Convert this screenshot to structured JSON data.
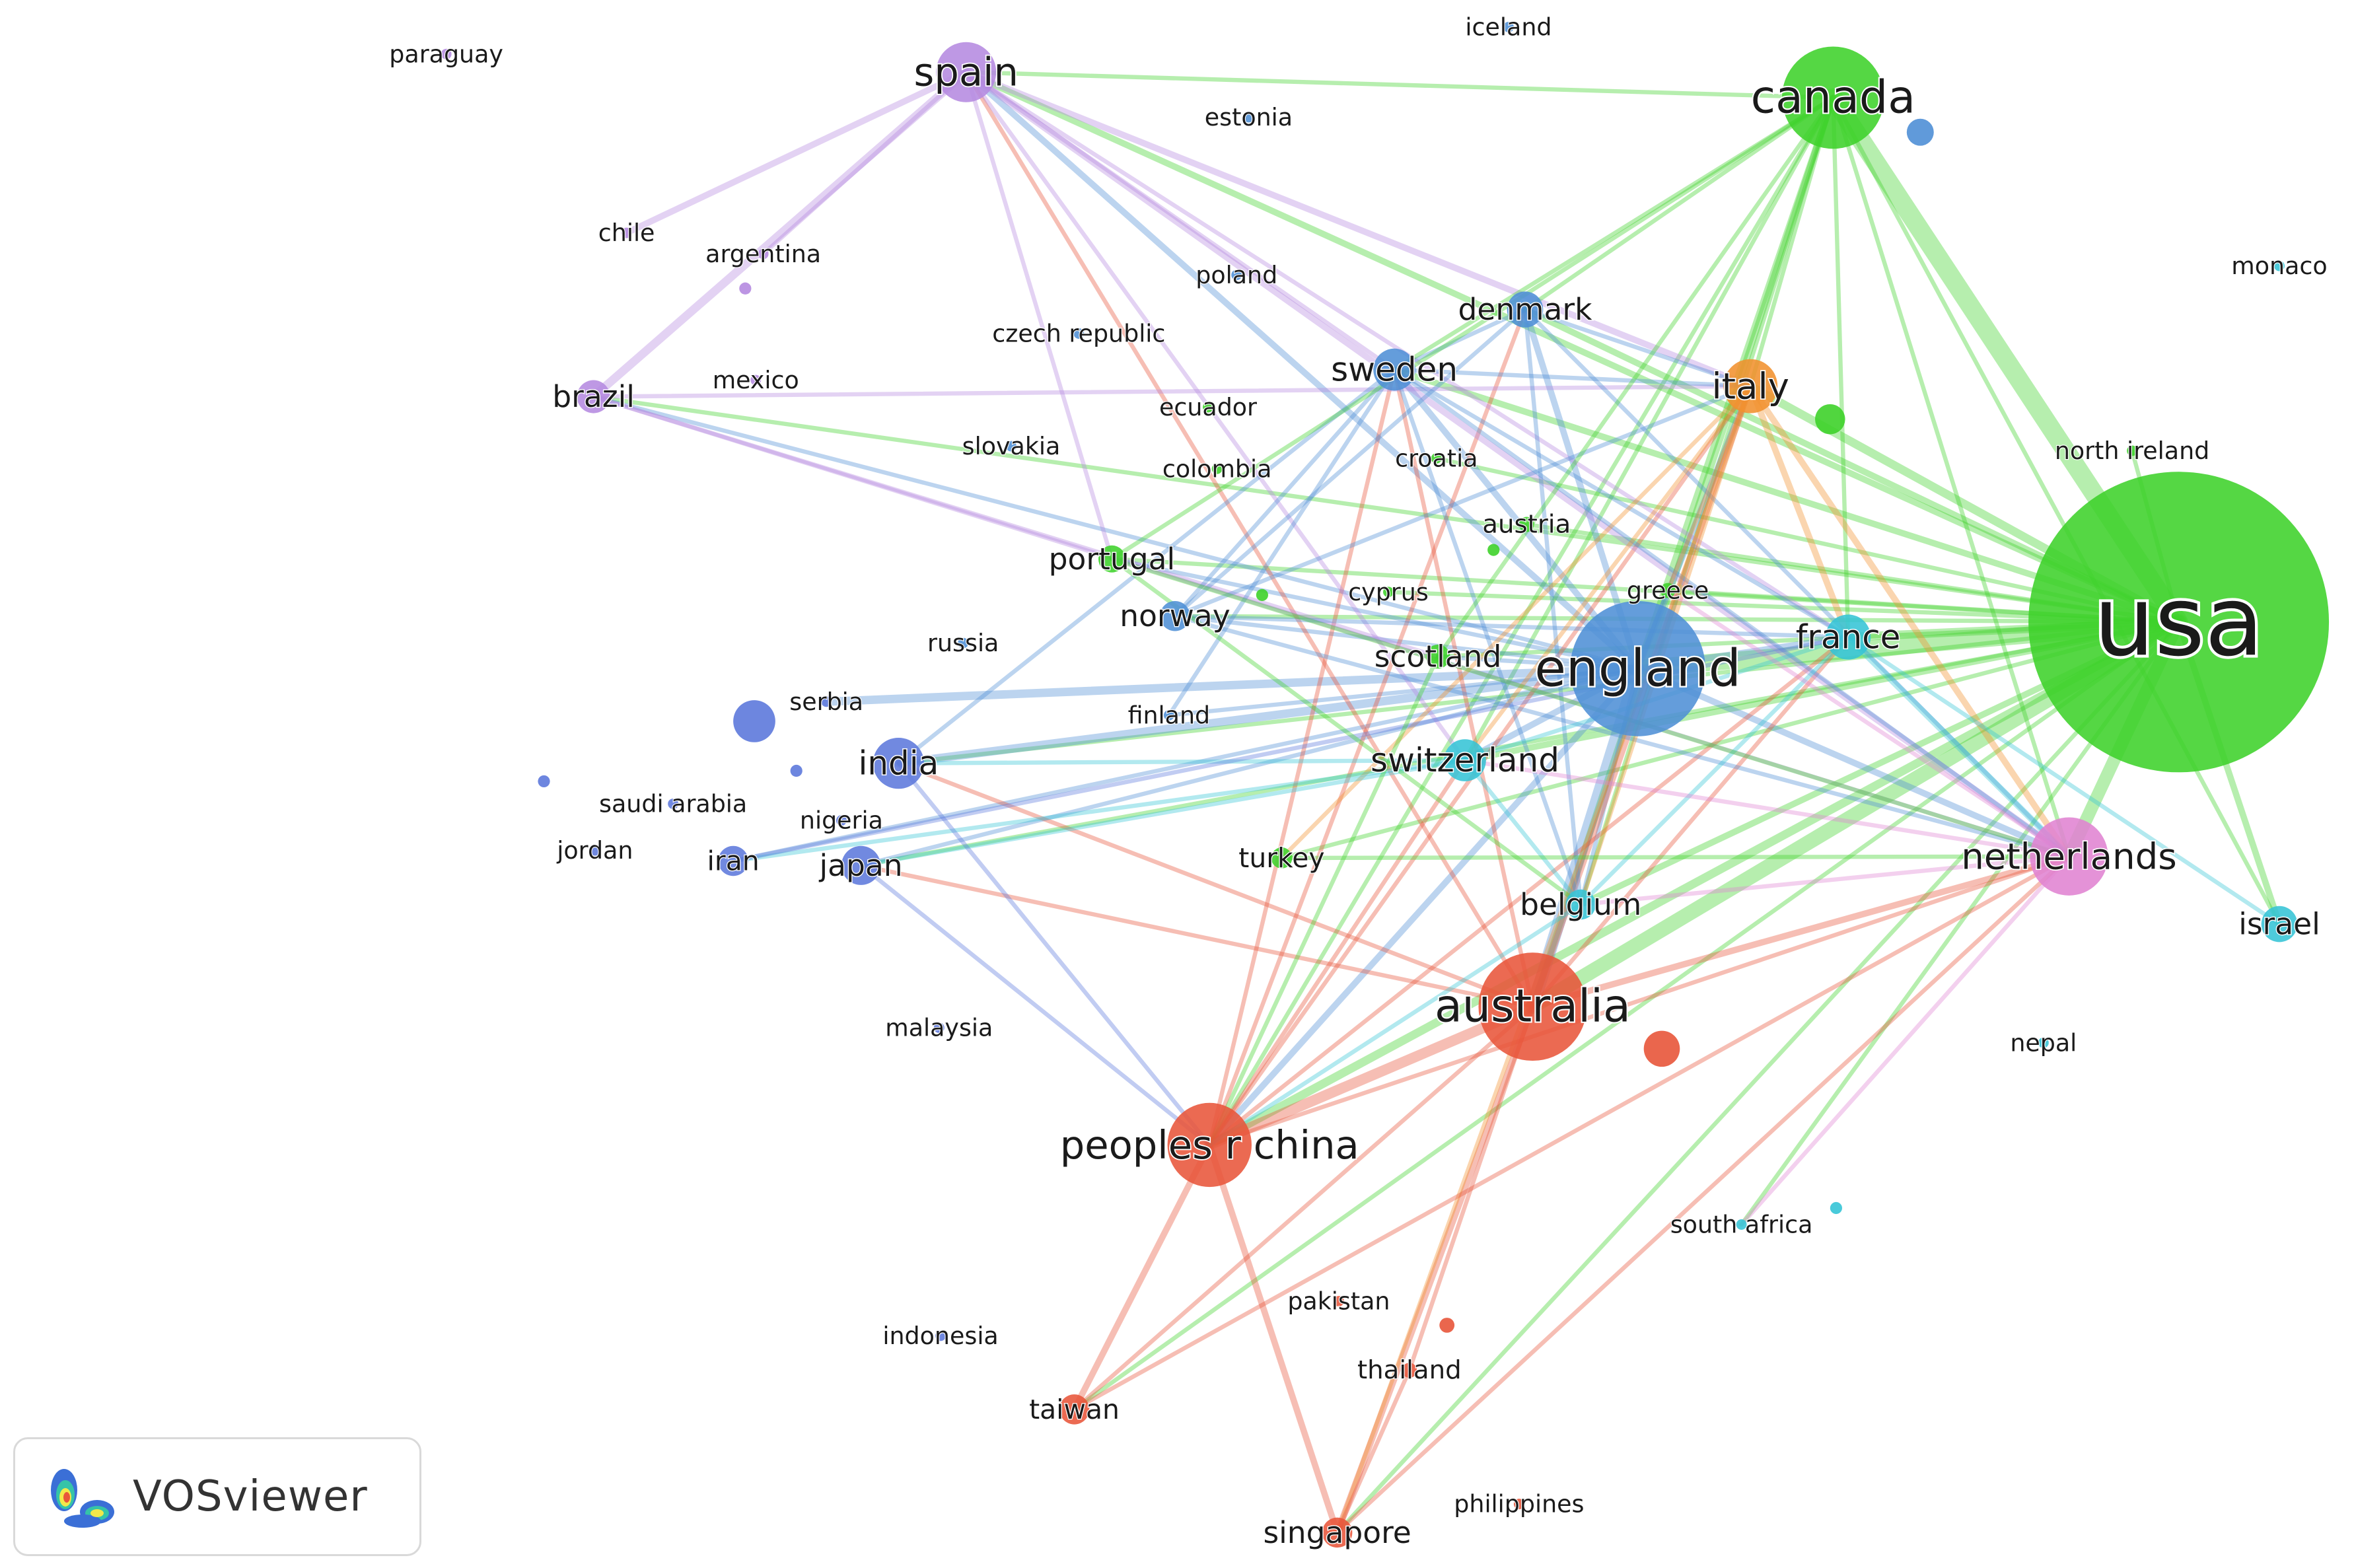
{
  "clusters": {
    "red": "#e8553a",
    "green": "#3ed12a",
    "blue": "#4f8fd6",
    "purple": "#b58ae0",
    "orange": "#f1912e",
    "cyan": "#35c4d6",
    "indigo": "#5d79dc",
    "pink": "#e083d1"
  },
  "nodes": [
    {
      "id": "usa",
      "label": "usa",
      "cluster": "green",
      "weight": 100
    },
    {
      "id": "england",
      "label": "england",
      "cluster": "blue",
      "weight": 55
    },
    {
      "id": "canada",
      "label": "canada",
      "cluster": "green",
      "weight": 40
    },
    {
      "id": "australia",
      "label": "australia",
      "cluster": "red",
      "weight": 42
    },
    {
      "id": "spain",
      "label": "spain",
      "cluster": "purple",
      "weight": 22
    },
    {
      "id": "netherlands",
      "label": "netherlands",
      "cluster": "pink",
      "weight": 26
    },
    {
      "id": "peoples_r_china",
      "label": "peoples r china",
      "cluster": "red",
      "weight": 30
    },
    {
      "id": "france",
      "label": "france",
      "cluster": "cyan",
      "weight": 18
    },
    {
      "id": "italy",
      "label": "italy",
      "cluster": "orange",
      "weight": 18
    },
    {
      "id": "sweden",
      "label": "sweden",
      "cluster": "blue",
      "weight": 14
    },
    {
      "id": "denmark",
      "label": "denmark",
      "cluster": "blue",
      "weight": 12
    },
    {
      "id": "norway",
      "label": "norway",
      "cluster": "blue",
      "weight": 11
    },
    {
      "id": "switzerland",
      "label": "switzerland",
      "cluster": "cyan",
      "weight": 15
    },
    {
      "id": "belgium",
      "label": "belgium",
      "cluster": "cyan",
      "weight": 12
    },
    {
      "id": "israel",
      "label": "israel",
      "cluster": "cyan",
      "weight": 12
    },
    {
      "id": "india",
      "label": "india",
      "cluster": "indigo",
      "weight": 18
    },
    {
      "id": "japan",
      "label": "japan",
      "cluster": "indigo",
      "weight": 14
    },
    {
      "id": "iran",
      "label": "iran",
      "cluster": "indigo",
      "weight": 10
    },
    {
      "id": "brazil",
      "label": "brazil",
      "cluster": "purple",
      "weight": 12
    },
    {
      "id": "portugal",
      "label": "portugal",
      "cluster": "green",
      "weight": 10
    },
    {
      "id": "scotland",
      "label": "scotland",
      "cluster": "green",
      "weight": 10
    },
    {
      "id": "turkey",
      "label": "turkey",
      "cluster": "green",
      "weight": 8
    },
    {
      "id": "greece",
      "label": "greece",
      "cluster": "green",
      "weight": 7
    },
    {
      "id": "austria",
      "label": "austria",
      "cluster": "green",
      "weight": 7
    },
    {
      "id": "taiwan",
      "label": "taiwan",
      "cluster": "red",
      "weight": 9
    },
    {
      "id": "singapore",
      "label": "singapore",
      "cluster": "red",
      "weight": 9
    },
    {
      "id": "thailand",
      "label": "thailand",
      "cluster": "red",
      "weight": 5
    },
    {
      "id": "poland",
      "label": "poland",
      "cluster": "blue",
      "weight": 7
    },
    {
      "id": "finland",
      "label": "finland",
      "cluster": "blue",
      "weight": 7
    },
    {
      "id": "serbia",
      "label": "serbia",
      "cluster": "indigo",
      "weight": 5
    },
    {
      "id": "russia",
      "label": "russia",
      "cluster": "blue",
      "weight": 5
    },
    {
      "id": "cyprus",
      "label": "cyprus",
      "cluster": "green",
      "weight": 5
    },
    {
      "id": "croatia",
      "label": "croatia",
      "cluster": "green",
      "weight": 5
    },
    {
      "id": "colombia",
      "label": "colombia",
      "cluster": "green",
      "weight": 5
    },
    {
      "id": "ecuador",
      "label": "ecuador",
      "cluster": "green",
      "weight": 4
    },
    {
      "id": "slovakia",
      "label": "slovakia",
      "cluster": "blue",
      "weight": 4
    },
    {
      "id": "czech_republic",
      "label": "czech republic",
      "cluster": "blue",
      "weight": 5
    },
    {
      "id": "estonia",
      "label": "estonia",
      "cluster": "blue",
      "weight": 4
    },
    {
      "id": "iceland",
      "label": "iceland",
      "cluster": "blue",
      "weight": 4
    },
    {
      "id": "north_ireland",
      "label": "north ireland",
      "cluster": "green",
      "weight": 5
    },
    {
      "id": "monaco",
      "label": "monaco",
      "cluster": "cyan",
      "weight": 4
    },
    {
      "id": "nepal",
      "label": "nepal",
      "cluster": "cyan",
      "weight": 4
    },
    {
      "id": "south_africa",
      "label": "south africa",
      "cluster": "cyan",
      "weight": 5
    },
    {
      "id": "chile",
      "label": "chile",
      "cluster": "purple",
      "weight": 5
    },
    {
      "id": "argentina",
      "label": "argentina",
      "cluster": "purple",
      "weight": 5
    },
    {
      "id": "mexico",
      "label": "mexico",
      "cluster": "purple",
      "weight": 4
    },
    {
      "id": "paraguay",
      "label": "paraguay",
      "cluster": "purple",
      "weight": 4
    },
    {
      "id": "saudi_arabia",
      "label": "saudi arabia",
      "cluster": "indigo",
      "weight": 4
    },
    {
      "id": "nigeria",
      "label": "nigeria",
      "cluster": "indigo",
      "weight": 4
    },
    {
      "id": "jordan",
      "label": "jordan",
      "cluster": "indigo",
      "weight": 4
    },
    {
      "id": "malaysia",
      "label": "malaysia",
      "cluster": "indigo",
      "weight": 4
    },
    {
      "id": "indonesia",
      "label": "indonesia",
      "cluster": "indigo",
      "weight": 4
    },
    {
      "id": "pakistan",
      "label": "pakistan",
      "cluster": "red",
      "weight": 4
    },
    {
      "id": "philippines",
      "label": "philippines",
      "cluster": "red",
      "weight": 4
    }
  ],
  "links": [
    [
      "usa",
      "canada",
      9
    ],
    [
      "usa",
      "england",
      8
    ],
    [
      "usa",
      "australia",
      7
    ],
    [
      "usa",
      "netherlands",
      6
    ],
    [
      "usa",
      "italy",
      4
    ],
    [
      "usa",
      "france",
      4
    ],
    [
      "usa",
      "spain",
      3
    ],
    [
      "usa",
      "israel",
      3
    ],
    [
      "usa",
      "peoples_r_china",
      4
    ],
    [
      "usa",
      "switzerland",
      3
    ],
    [
      "usa",
      "sweden",
      3
    ],
    [
      "usa",
      "denmark",
      3
    ],
    [
      "usa",
      "belgium",
      3
    ],
    [
      "usa",
      "scotland",
      2
    ],
    [
      "usa",
      "portugal",
      2
    ],
    [
      "usa",
      "norway",
      2
    ],
    [
      "usa",
      "greece",
      2
    ],
    [
      "usa",
      "taiwan",
      2
    ],
    [
      "usa",
      "singapore",
      2
    ],
    [
      "usa",
      "south_africa",
      2
    ],
    [
      "usa",
      "brazil",
      2
    ],
    [
      "usa",
      "india",
      2
    ],
    [
      "usa",
      "japan",
      2
    ],
    [
      "usa",
      "turkey",
      2
    ],
    [
      "usa",
      "austria",
      2
    ],
    [
      "usa",
      "cyprus",
      2
    ],
    [
      "usa",
      "north_ireland",
      2
    ],
    [
      "usa",
      "croatia",
      2
    ],
    [
      "canada",
      "england",
      3
    ],
    [
      "canada",
      "australia",
      3
    ],
    [
      "canada",
      "spain",
      2
    ],
    [
      "canada",
      "netherlands",
      2
    ],
    [
      "canada",
      "italy",
      2
    ],
    [
      "canada",
      "france",
      2
    ],
    [
      "canada",
      "belgium",
      2
    ],
    [
      "canada",
      "switzerland",
      2
    ],
    [
      "canada",
      "peoples_r_china",
      2
    ],
    [
      "canada",
      "israel",
      2
    ],
    [
      "england",
      "australia",
      6
    ],
    [
      "england",
      "india",
      4
    ],
    [
      "england",
      "serbia",
      4
    ],
    [
      "england",
      "spain",
      3
    ],
    [
      "england",
      "netherlands",
      3
    ],
    [
      "england",
      "sweden",
      3
    ],
    [
      "england",
      "italy",
      3
    ],
    [
      "england",
      "france",
      3
    ],
    [
      "england",
      "denmark",
      3
    ],
    [
      "england",
      "switzerland",
      3
    ],
    [
      "england",
      "peoples_r_china",
      3
    ],
    [
      "england",
      "norway",
      2
    ],
    [
      "england",
      "japan",
      2
    ],
    [
      "england",
      "iran",
      2
    ],
    [
      "england",
      "belgium",
      2
    ],
    [
      "england",
      "portugal",
      2
    ],
    [
      "england",
      "brazil",
      2
    ],
    [
      "england",
      "greece",
      2
    ],
    [
      "england",
      "finland",
      2
    ],
    [
      "england",
      "scotland",
      2
    ],
    [
      "australia",
      "peoples_r_china",
      5
    ],
    [
      "australia",
      "singapore",
      3
    ],
    [
      "australia",
      "taiwan",
      2
    ],
    [
      "australia",
      "netherlands",
      3
    ],
    [
      "australia",
      "italy",
      3
    ],
    [
      "australia",
      "spain",
      2
    ],
    [
      "australia",
      "thailand",
      2
    ],
    [
      "australia",
      "france",
      2
    ],
    [
      "australia",
      "japan",
      2
    ],
    [
      "australia",
      "sweden",
      2
    ],
    [
      "australia",
      "india",
      2
    ],
    [
      "peoples_r_china",
      "taiwan",
      3
    ],
    [
      "peoples_r_china",
      "singapore",
      3
    ],
    [
      "peoples_r_china",
      "italy",
      2
    ],
    [
      "peoples_r_china",
      "netherlands",
      2
    ],
    [
      "peoples_r_china",
      "denmark",
      2
    ],
    [
      "peoples_r_china",
      "switzerland",
      2
    ],
    [
      "peoples_r_china",
      "france",
      2
    ],
    [
      "peoples_r_china",
      "sweden",
      2
    ],
    [
      "spain",
      "brazil",
      4
    ],
    [
      "spain",
      "chile",
      3
    ],
    [
      "spain",
      "netherlands",
      3
    ],
    [
      "spain",
      "italy",
      3
    ],
    [
      "spain",
      "france",
      2
    ],
    [
      "spain",
      "portugal",
      2
    ],
    [
      "spain",
      "sweden",
      2
    ],
    [
      "spain",
      "switzerland",
      2
    ],
    [
      "spain",
      "argentina",
      2
    ],
    [
      "brazil",
      "netherlands",
      2
    ],
    [
      "brazil",
      "italy",
      2
    ],
    [
      "brazil",
      "scotland",
      2
    ],
    [
      "sweden",
      "norway",
      2
    ],
    [
      "sweden",
      "india",
      2
    ],
    [
      "sweden",
      "denmark",
      2
    ],
    [
      "sweden",
      "netherlands",
      2
    ],
    [
      "sweden",
      "italy",
      2
    ],
    [
      "sweden",
      "france",
      2
    ],
    [
      "sweden",
      "finland",
      2
    ],
    [
      "sweden",
      "belgium",
      2
    ],
    [
      "denmark",
      "norway",
      2
    ],
    [
      "denmark",
      "netherlands",
      2
    ],
    [
      "denmark",
      "italy",
      2
    ],
    [
      "denmark",
      "belgium",
      2
    ],
    [
      "norway",
      "netherlands",
      2
    ],
    [
      "norway",
      "france",
      2
    ],
    [
      "norway",
      "italy",
      2
    ],
    [
      "italy",
      "netherlands",
      3
    ],
    [
      "italy",
      "france",
      3
    ],
    [
      "italy",
      "switzerland",
      2
    ],
    [
      "italy",
      "belgium",
      2
    ],
    [
      "italy",
      "greece",
      2
    ],
    [
      "italy",
      "turkey",
      2
    ],
    [
      "italy",
      "singapore",
      2
    ],
    [
      "france",
      "netherlands",
      3
    ],
    [
      "france",
      "switzerland",
      2
    ],
    [
      "france",
      "belgium",
      2
    ],
    [
      "france",
      "israel",
      2
    ],
    [
      "netherlands",
      "belgium",
      2
    ],
    [
      "netherlands",
      "switzerland",
      2
    ],
    [
      "netherlands",
      "greece",
      2
    ],
    [
      "netherlands",
      "south_africa",
      2
    ],
    [
      "switzerland",
      "india",
      2
    ],
    [
      "switzerland",
      "iran",
      2
    ],
    [
      "switzerland",
      "japan",
      2
    ],
    [
      "switzerland",
      "belgium",
      2
    ],
    [
      "india",
      "peoples_r_china",
      2
    ],
    [
      "japan",
      "peoples_r_china",
      2
    ],
    [
      "iran",
      "france",
      2
    ],
    [
      "portugal",
      "netherlands",
      2
    ],
    [
      "portugal",
      "belgium",
      2
    ],
    [
      "scotland",
      "peoples_r_china",
      2
    ],
    [
      "turkey",
      "netherlands",
      2
    ],
    [
      "singapore",
      "thailand",
      2
    ],
    [
      "singapore",
      "netherlands",
      2
    ],
    [
      "taiwan",
      "netherlands",
      2
    ],
    [
      "belgium",
      "peoples_r_china",
      2
    ],
    [
      "canada",
      "sweden",
      2
    ],
    [
      "canada",
      "denmark",
      2
    ],
    [
      "canada",
      "portugal",
      2
    ],
    [
      "canada",
      "scotland",
      2
    ]
  ],
  "extra_dots": [
    {
      "cluster": "blue"
    },
    {
      "cluster": "green"
    },
    {
      "cluster": "green"
    },
    {
      "cluster": "green"
    },
    {
      "cluster": "red"
    },
    {
      "cluster": "red"
    },
    {
      "cluster": "indigo"
    },
    {
      "cluster": "indigo"
    },
    {
      "cluster": "indigo"
    },
    {
      "cluster": "cyan"
    },
    {
      "cluster": "purple"
    }
  ],
  "logo": {
    "text": "VOSviewer"
  }
}
